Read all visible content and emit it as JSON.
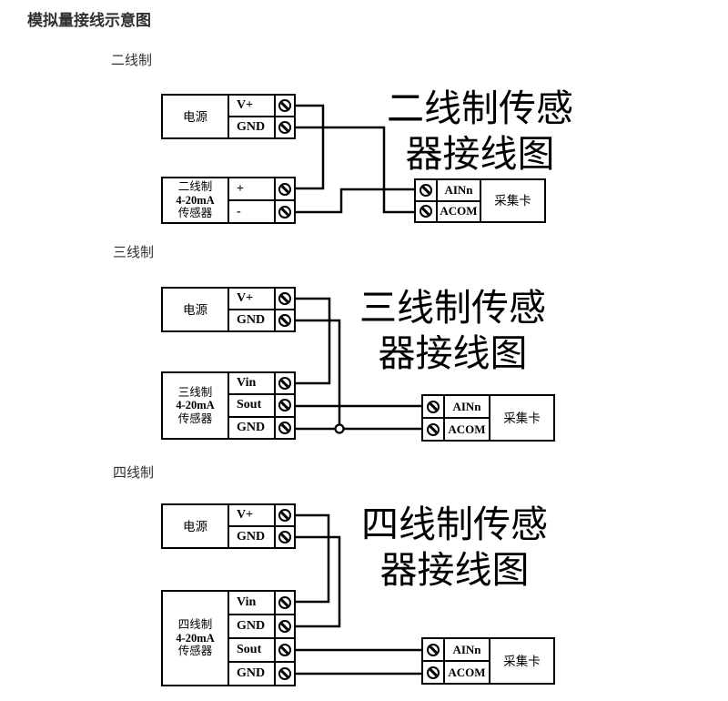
{
  "title": "模拟量接线示意图",
  "colors": {
    "diagram_line": "#000000",
    "text": "#333333",
    "background": "#ffffff"
  },
  "icons": {
    "screw_terminal": "circle-with-backslash",
    "junction_node": "open-circle"
  },
  "sections": [
    {
      "label": "二线制",
      "heading": {
        "line1": "二线制传感",
        "line2": "器接线图"
      },
      "power": {
        "label": "电源",
        "terminals": [
          "V+",
          "GND"
        ]
      },
      "sensor": {
        "label_lines": [
          "二线制",
          "4-20mA",
          "传感器"
        ],
        "terminals": [
          "+",
          "-"
        ]
      },
      "card": {
        "label": "采集卡",
        "terminals": [
          "AINn",
          "ACOM"
        ]
      },
      "connections": [
        "电源V+ → 传感器+",
        "传感器- → 采集卡AINn",
        "电源GND → 采集卡ACOM"
      ]
    },
    {
      "label": "三线制",
      "heading": {
        "line1": "三线制传感",
        "line2": "器接线图"
      },
      "power": {
        "label": "电源",
        "terminals": [
          "V+",
          "GND"
        ]
      },
      "sensor": {
        "label_lines": [
          "三线制",
          "4-20mA",
          "传感器"
        ],
        "terminals": [
          "Vin",
          "Sout",
          "GND"
        ]
      },
      "card": {
        "label": "采集卡",
        "terminals": [
          "AINn",
          "ACOM"
        ]
      },
      "connections": [
        "电源V+ → 传感器Vin",
        "传感器Sout → 采集卡AINn",
        "传感器GND与电源GND汇接 → 采集卡ACOM"
      ]
    },
    {
      "label": "四线制",
      "heading": {
        "line1": "四线制传感",
        "line2": "器接线图"
      },
      "power": {
        "label": "电源",
        "terminals": [
          "V+",
          "GND"
        ]
      },
      "sensor": {
        "label_lines": [
          "四线制",
          "4-20mA",
          "传感器"
        ],
        "terminals": [
          "Vin",
          "GND",
          "Sout",
          "GND"
        ]
      },
      "card": {
        "label": "采集卡",
        "terminals": [
          "AINn",
          "ACOM"
        ]
      },
      "connections": [
        "电源V+ → 传感器Vin",
        "电源GND → 传感器GND",
        "传感器Sout → 采集卡AINn",
        "传感器GND → 采集卡ACOM"
      ]
    }
  ]
}
